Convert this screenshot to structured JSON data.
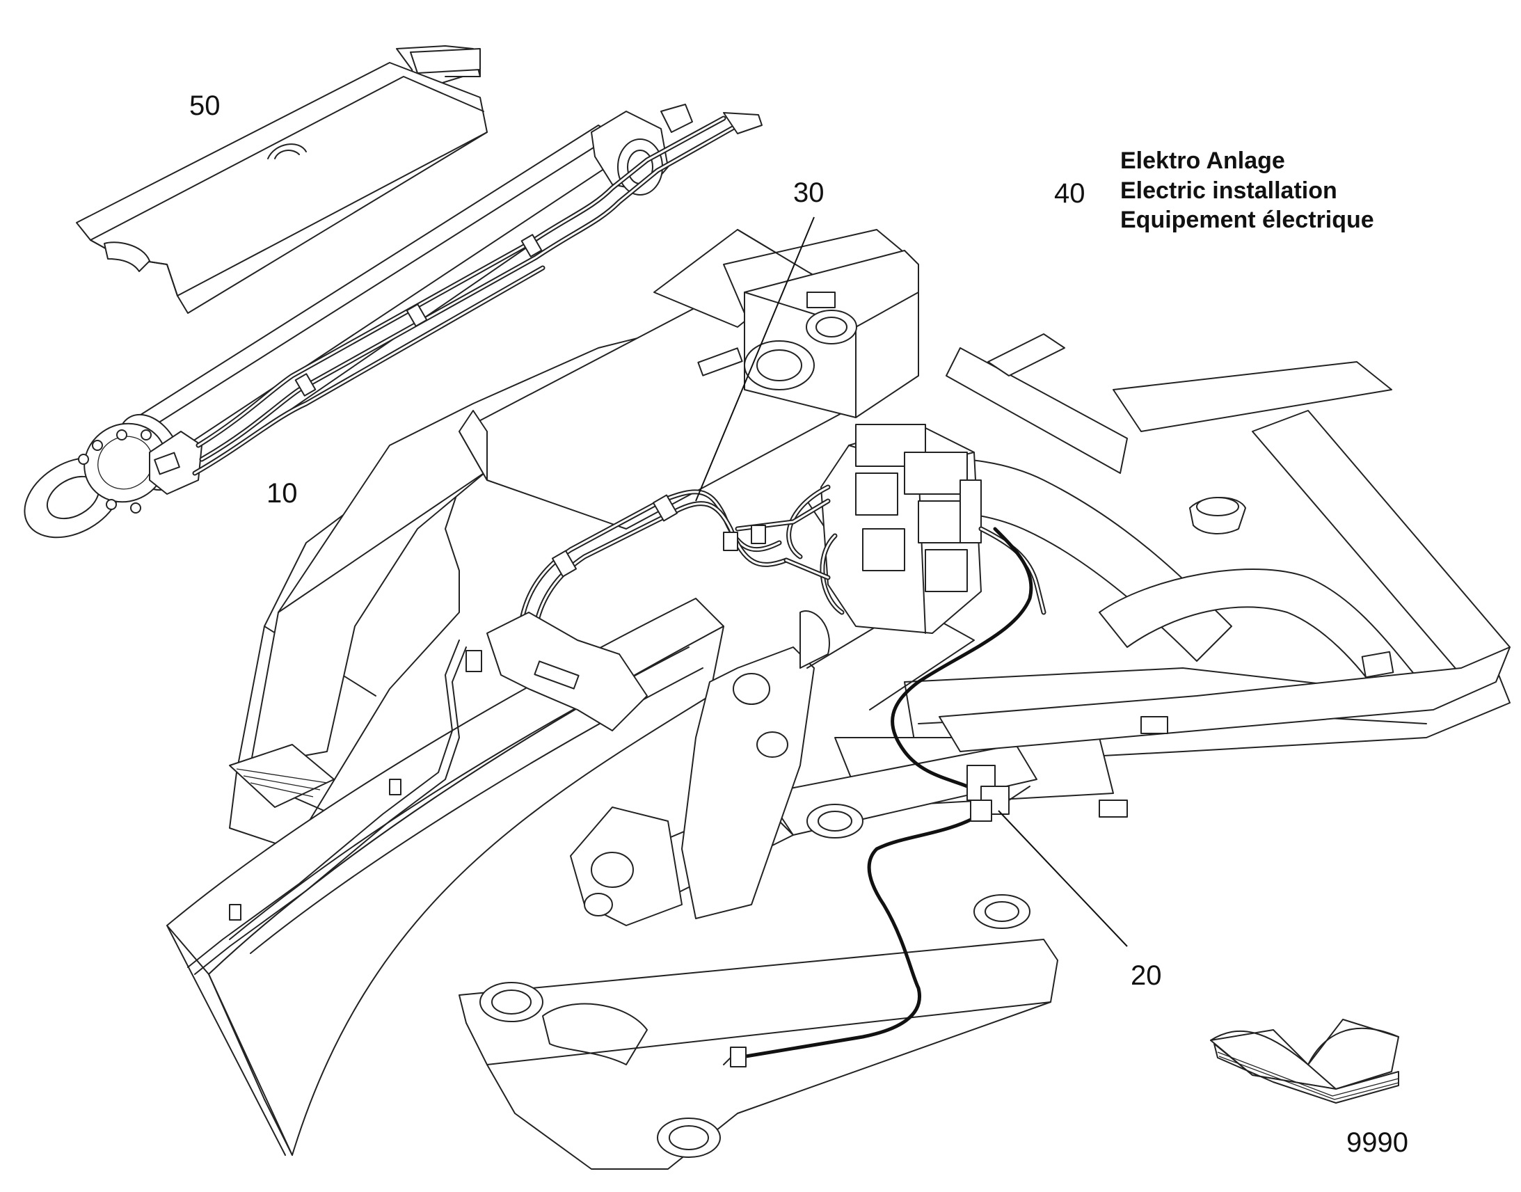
{
  "callouts": {
    "item_50": "50",
    "item_40": "40",
    "item_30": "30",
    "item_10": "10",
    "item_20": "20",
    "item_9990": "9990"
  },
  "legend": {
    "line_de": "Elektro Anlage",
    "line_en": "Electric installation",
    "line_fr": "Equipement électrique"
  },
  "colors": {
    "line": "#222222",
    "background": "#ffffff"
  }
}
